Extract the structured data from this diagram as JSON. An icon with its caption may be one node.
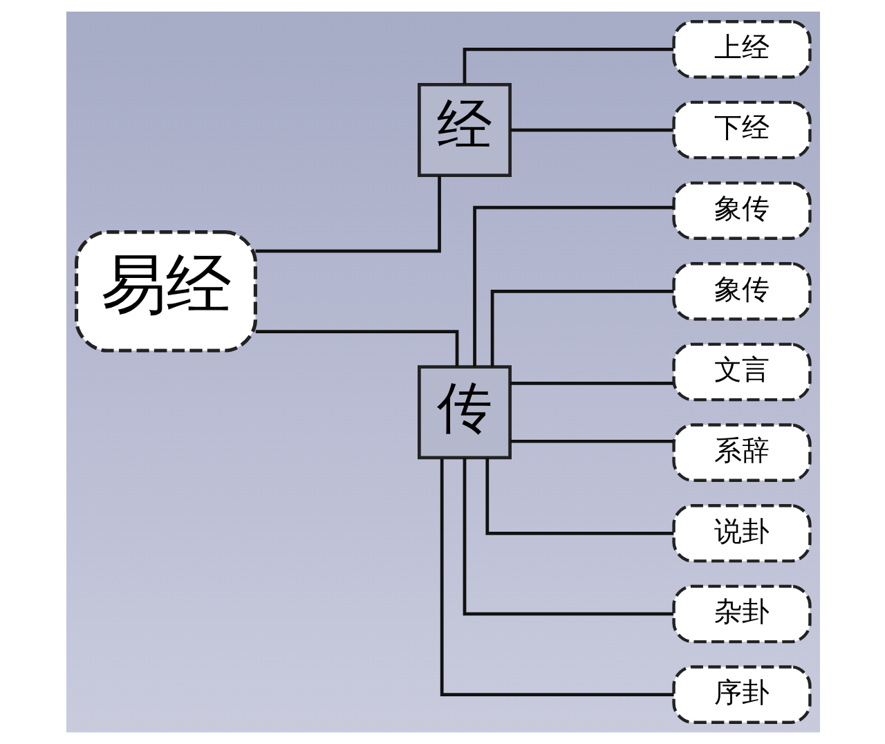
{
  "diagram": {
    "nodes": [
      {
        "text": [
          "易经"
        ]
      },
      {
        "text": [
          "经"
        ]
      },
      {
        "text": [
          "上经"
        ]
      },
      {
        "text": [
          "下经"
        ]
      },
      {
        "text": [
          "传"
        ]
      },
      {
        "text": [
          "象传"
        ]
      },
      {
        "text": [
          "象传"
        ]
      },
      {
        "text": [
          "文言"
        ]
      },
      {
        "text": [
          "系辞"
        ]
      },
      {
        "text": [
          "说卦"
        ]
      },
      {
        "text": [
          "杂卦"
        ]
      },
      {
        "text": [
          "序卦"
        ]
      }
    ],
    "edges": [
      {
        "from": 0,
        "to": 1,
        "arrow": "none"
      },
      {
        "from": 0,
        "to": 4,
        "arrow": "none"
      },
      {
        "from": 1,
        "to": 2,
        "arrow": "none"
      },
      {
        "from": 1,
        "to": 3,
        "arrow": "none"
      },
      {
        "from": 4,
        "to": 5,
        "arrow": "none"
      },
      {
        "from": 4,
        "to": 6,
        "arrow": "none"
      },
      {
        "from": 4,
        "to": 7,
        "arrow": "none"
      },
      {
        "from": 4,
        "to": 8,
        "arrow": "none"
      },
      {
        "from": 4,
        "to": 9,
        "arrow": "none"
      },
      {
        "from": 4,
        "to": 10,
        "arrow": "none"
      },
      {
        "from": 4,
        "to": 11,
        "arrow": "none"
      }
    ]
  }
}
